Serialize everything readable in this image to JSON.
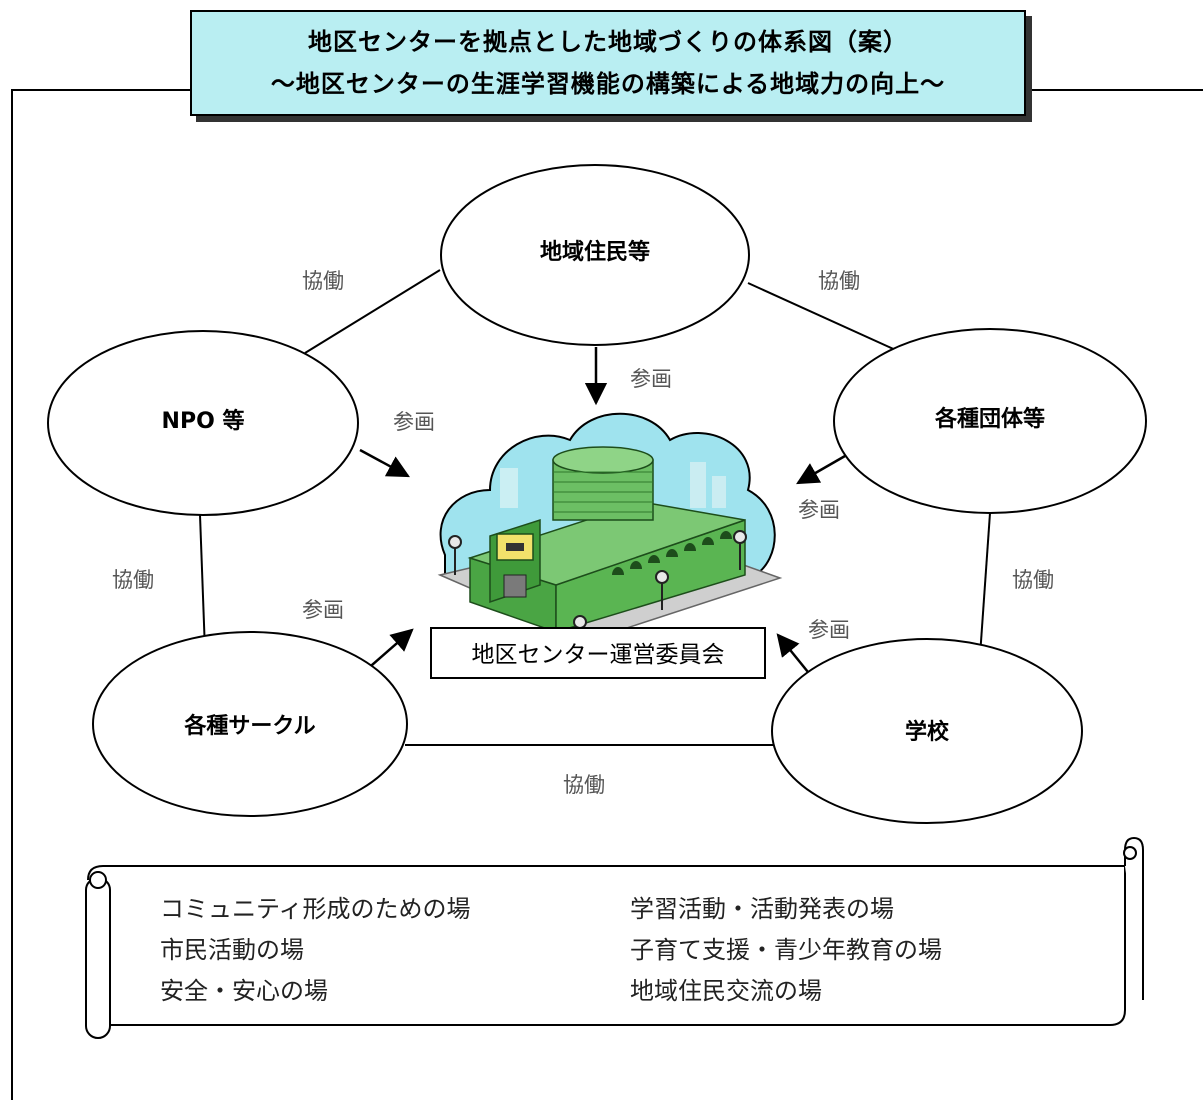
{
  "title": {
    "line1": "地区センターを拠点とした地域づくりの体系図（案）",
    "line2": "〜地区センターの生涯学習機能の構築による地域力の向上〜"
  },
  "nodes": {
    "residents": "地域住民等",
    "npo": "NPO 等",
    "organizations": "各種団体等",
    "circles": "各種サークル",
    "school": "学校"
  },
  "center": {
    "committee": "地区センター運営委員会",
    "building_icon": "community-center-building-icon"
  },
  "labels": {
    "collab_top_left": "協働",
    "collab_top_right": "協働",
    "collab_left": "協働",
    "collab_right": "協働",
    "collab_bottom": "協働",
    "participate_top": "参画",
    "participate_npo": "参画",
    "participate_org": "参画",
    "participate_circles": "参画",
    "participate_school": "参画"
  },
  "roles": {
    "left": [
      "コミュニティ形成のための場",
      "市民活動の場",
      "安全・安心の場"
    ],
    "right": [
      "学習活動・活動発表の場",
      "子育て支援・青少年教育の場",
      "地域住民交流の場"
    ]
  },
  "colors": {
    "title_bg": "#b9eef2",
    "sky": "#9fe3ee",
    "building": "#5ab552",
    "building_dark": "#2f7a2c",
    "label_gray": "#555555"
  }
}
